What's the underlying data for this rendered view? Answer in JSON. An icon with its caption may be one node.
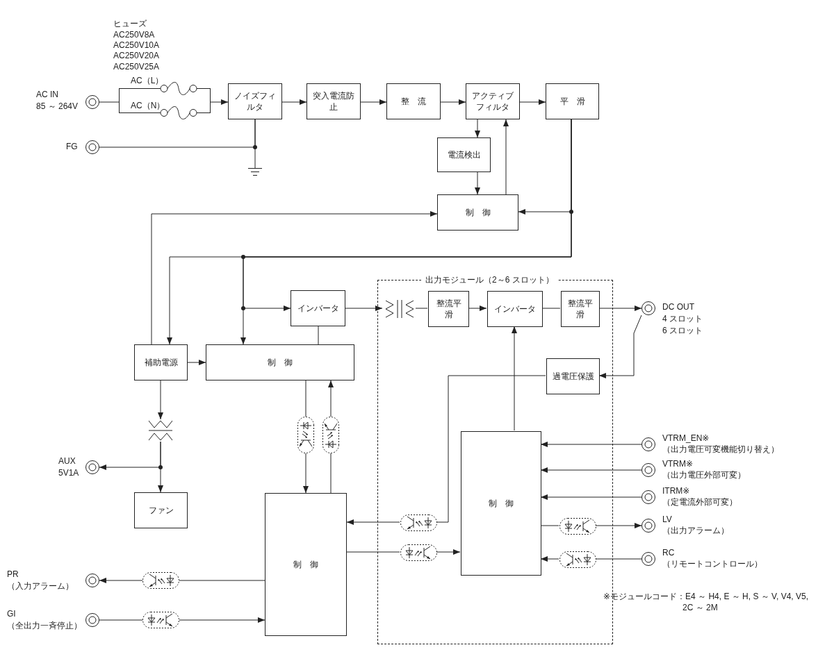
{
  "diagram": {
    "nodes": [
      {
        "text": [],
        "shape": "circle",
        "beside": [
          "AC IN",
          "85 ～ 264V"
        ]
      },
      {
        "text": [
          "AC（L）",
          "AC（N）"
        ]
      },
      {
        "text": [
          "ノイズフィルタ"
        ]
      },
      {
        "text": [
          "突入電流防止"
        ]
      },
      {
        "text": [
          "整流"
        ]
      },
      {
        "text": [
          "アクティブフィルタ"
        ]
      },
      {
        "text": [
          "平滑"
        ]
      },
      {
        "text": [],
        "shape": "circle",
        "beside": [
          "FG"
        ]
      },
      {
        "text": [],
        "shape": "ground"
      },
      {
        "text": [
          "電流検出"
        ]
      },
      {
        "text": [
          "制御"
        ]
      },
      {
        "text": [
          "補助電源"
        ]
      },
      {
        "text": [
          "インバータ"
        ]
      },
      {
        "text": [
          "制御"
        ]
      },
      {
        "text": [],
        "shape": "transformer"
      },
      {
        "text": [],
        "shape": "circle",
        "beside": [
          "AUX",
          "5V1A"
        ]
      },
      {
        "text": [
          "ファン"
        ]
      },
      {
        "text": [],
        "shape": "optocoupler"
      },
      {
        "text": [],
        "shape": "optocoupler"
      },
      {
        "text": [
          "制御"
        ]
      },
      {
        "text": [],
        "shape": "circle",
        "beside": [
          "PR",
          "（入力アラーム）"
        ]
      },
      {
        "text": [],
        "shape": "optocoupler"
      },
      {
        "text": [],
        "shape": "circle",
        "beside": [
          "GI",
          "（全出力一斉停止）"
        ]
      },
      {
        "text": [],
        "shape": "optocoupler"
      },
      {
        "text": [
          "出力モジュール（2～6 スロット）"
        ]
      },
      {
        "text": [],
        "shape": "transformer",
        "in": 24
      },
      {
        "text": [
          "整流平滑"
        ],
        "in": 24
      },
      {
        "text": [
          "インバータ"
        ],
        "in": 24
      },
      {
        "text": [
          "整流平滑"
        ],
        "in": 24
      },
      {
        "text": [
          "過電圧保護"
        ],
        "in": 24
      },
      {
        "text": [
          "制御"
        ],
        "in": 24
      },
      {
        "text": [],
        "shape": "optocoupler",
        "in": 24
      },
      {
        "text": [],
        "shape": "optocoupler",
        "in": 24
      },
      {
        "text": [],
        "shape": "optocoupler",
        "in": 24
      },
      {
        "text": [],
        "shape": "optocoupler",
        "in": 24
      },
      {
        "text": [],
        "shape": "circle",
        "beside": [
          "DC OUT",
          "4 スロット",
          "6 スロット"
        ]
      },
      {
        "text": [],
        "shape": "circle",
        "beside": [
          "VTRM_EN※",
          "（出力電圧可変機能切り替え）"
        ]
      },
      {
        "text": [],
        "shape": "circle",
        "beside": [
          "VTRM※",
          "（出力電圧外部可変）"
        ]
      },
      {
        "text": [],
        "shape": "circle",
        "beside": [
          "ITRM※",
          "（定電流外部可変）"
        ]
      },
      {
        "text": [],
        "shape": "circle",
        "beside": [
          "LV",
          "（出力アラーム）"
        ]
      },
      {
        "text": [],
        "shape": "circle",
        "beside": [
          "RC",
          "（リモートコントロール）"
        ]
      }
    ],
    "edges": [
      {
        "from": 0,
        "to": 1,
        "arrow": "none"
      },
      {
        "from": 1,
        "to": 2,
        "arrow": "to"
      },
      {
        "from": 2,
        "to": 3,
        "arrow": "to"
      },
      {
        "from": 3,
        "to": 4,
        "arrow": "to"
      },
      {
        "from": 4,
        "to": 5,
        "arrow": "to"
      },
      {
        "from": 5,
        "to": 6,
        "arrow": "to"
      },
      {
        "from": 7,
        "to": 2,
        "arrow": "none"
      },
      {
        "from": 2,
        "to": 8,
        "arrow": "none"
      },
      {
        "from": 5,
        "to": 9,
        "arrow": "to"
      },
      {
        "from": 9,
        "to": 10,
        "arrow": "to"
      },
      {
        "from": 10,
        "to": 5,
        "arrow": "to"
      },
      {
        "from": 6,
        "to": 10,
        "arrow": "to"
      },
      {
        "from": 11,
        "to": 10,
        "arrow": "to"
      },
      {
        "from": 6,
        "to": 11,
        "arrow": "to"
      },
      {
        "from": 6,
        "to": 13,
        "arrow": "to"
      },
      {
        "from": 6,
        "to": 12,
        "arrow": "to"
      },
      {
        "from": 12,
        "to": 13,
        "arrow": "none"
      },
      {
        "from": 11,
        "to": 13,
        "arrow": "to"
      },
      {
        "from": 12,
        "to": 25,
        "arrow": "to"
      },
      {
        "from": 25,
        "to": 26,
        "arrow": "none"
      },
      {
        "from": 26,
        "to": 27,
        "arrow": "to"
      },
      {
        "from": 27,
        "to": 28,
        "arrow": "none"
      },
      {
        "from": 28,
        "to": 35,
        "arrow": "to"
      },
      {
        "from": 35,
        "to": 29,
        "arrow": "to"
      },
      {
        "from": 29,
        "to": 31,
        "arrow": "none"
      },
      {
        "from": 31,
        "to": 19,
        "arrow": "to"
      },
      {
        "from": 30,
        "to": 27,
        "arrow": "to"
      },
      {
        "from": 19,
        "to": 32,
        "arrow": "none"
      },
      {
        "from": 32,
        "to": 30,
        "arrow": "to"
      },
      {
        "from": 13,
        "to": 17,
        "arrow": "none"
      },
      {
        "from": 17,
        "to": 19,
        "arrow": "to"
      },
      {
        "from": 19,
        "to": 18,
        "arrow": "none"
      },
      {
        "from": 18,
        "to": 13,
        "arrow": "to"
      },
      {
        "from": 11,
        "to": 14,
        "arrow": "to"
      },
      {
        "from": 14,
        "to": 15,
        "arrow": "to"
      },
      {
        "from": 14,
        "to": 16,
        "arrow": "to"
      },
      {
        "from": 19,
        "to": 21,
        "arrow": "none"
      },
      {
        "from": 21,
        "to": 20,
        "arrow": "to"
      },
      {
        "from": 22,
        "to": 23,
        "arrow": "none"
      },
      {
        "from": 23,
        "to": 19,
        "arrow": "to"
      },
      {
        "from": 36,
        "to": 30,
        "arrow": "to"
      },
      {
        "from": 37,
        "to": 30,
        "arrow": "to"
      },
      {
        "from": 38,
        "to": 30,
        "arrow": "to"
      },
      {
        "from": 30,
        "to": 33,
        "arrow": "none"
      },
      {
        "from": 33,
        "to": 39,
        "arrow": "to"
      },
      {
        "from": 40,
        "to": 34,
        "arrow": "none"
      },
      {
        "from": 34,
        "to": 30,
        "arrow": "to"
      }
    ],
    "labels": [
      "ヒューズ",
      "AC250V8A",
      "AC250V10A",
      "AC250V20A",
      "AC250V25A",
      "※モジュールコード：E4 ～ H4, E ～ H, S ～ V, V4, V5, 2C ～ 2M"
    ]
  }
}
